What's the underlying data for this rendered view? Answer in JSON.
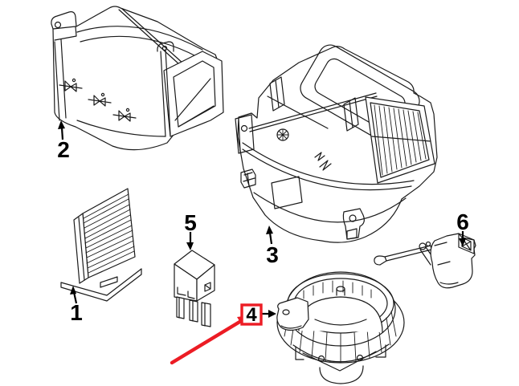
{
  "colors": {
    "line": "#1a1a1a",
    "label_text": "#000000",
    "highlight": "#ec1c24",
    "background": "#ffffff"
  },
  "parts": [
    {
      "label": "1",
      "name": "cabin-air-filter"
    },
    {
      "label": "2",
      "name": "air-intake-duct-case"
    },
    {
      "label": "3",
      "name": "blower-housing-assembly"
    },
    {
      "label": "4",
      "name": "blower-motor-with-fan-wheel",
      "highlighted": true
    },
    {
      "label": "5",
      "name": "blower-relay"
    },
    {
      "label": "6",
      "name": "air-door-actuator"
    }
  ]
}
